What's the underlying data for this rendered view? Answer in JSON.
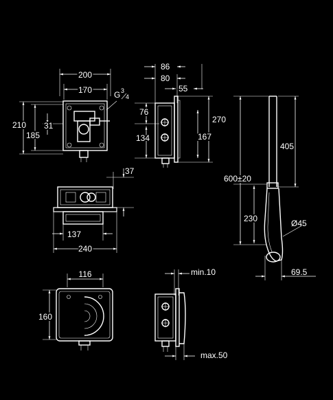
{
  "dimensions": {
    "top_width_200": "200",
    "top_width_170": "170",
    "thread": "G",
    "thread_num": "3",
    "thread_den": "4",
    "height_210": "210",
    "height_185": "185",
    "offset_31": "31",
    "side_86": "86",
    "side_80": "80",
    "side_55": "55",
    "side_76": "76",
    "side_270": "270",
    "side_134": "134",
    "side_167": "167",
    "plan_37": "37",
    "plan_137": "137",
    "plan_240": "240",
    "pipe_405": "405",
    "pipe_600": "600±20",
    "pipe_230": "230",
    "pipe_diam": "Ø45",
    "pipe_69_5": "69.5",
    "front_116": "116",
    "front_160": "160",
    "min_10": "min.10",
    "max_50": "max.50"
  },
  "colors": {
    "background": "#000000",
    "line": "#ffffff"
  }
}
